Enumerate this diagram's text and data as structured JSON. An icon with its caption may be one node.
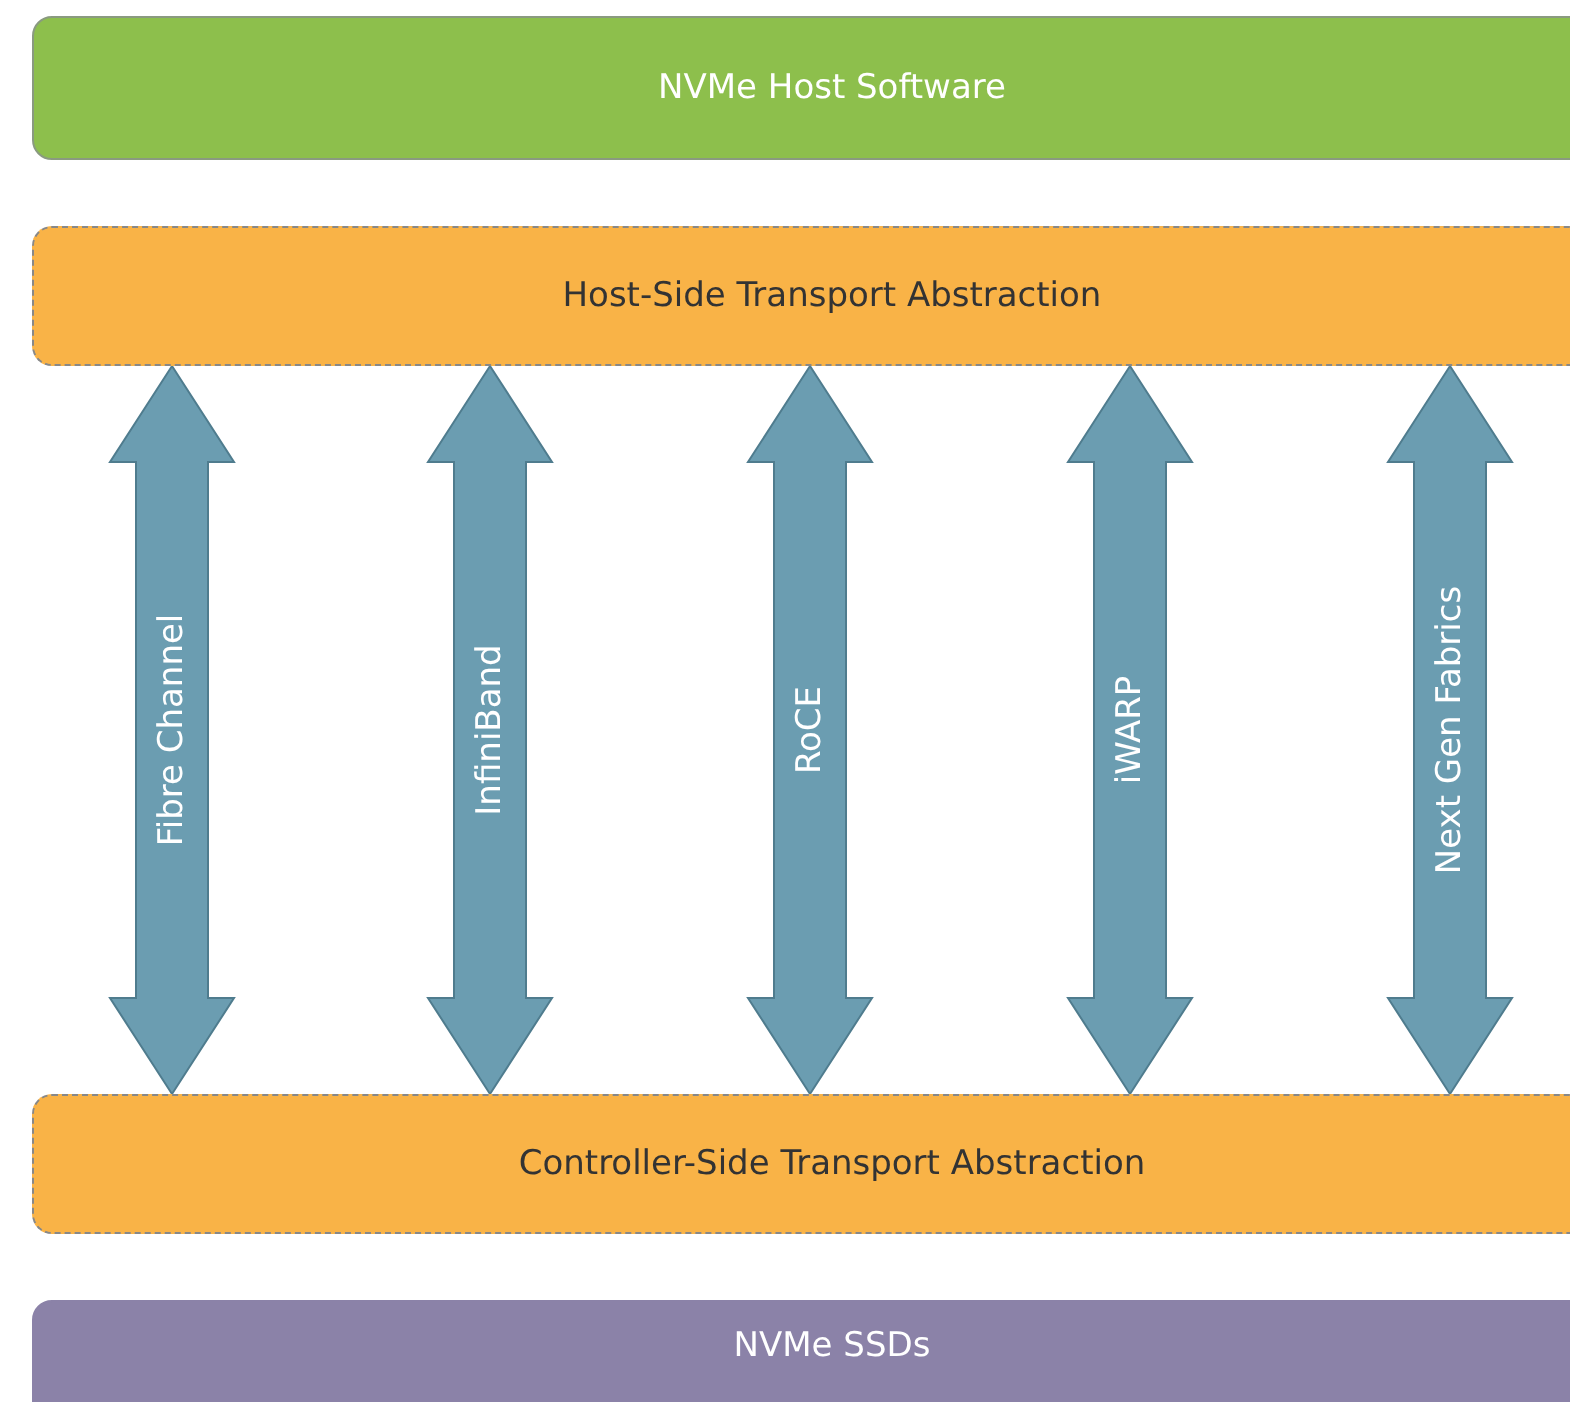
{
  "diagram": {
    "nodes": [
      {
        "text": [
          "NVMe Host Software"
        ]
      },
      {
        "text": [
          "Host-Side Transport Abstraction"
        ]
      },
      {
        "text": [
          "Controller-Side Transport Abstraction"
        ]
      },
      {
        "text": [
          "NVMe SSDs"
        ]
      }
    ],
    "edges": [
      {
        "from": 1,
        "to": 2,
        "arrow": "both",
        "label": "Fibre Channel"
      },
      {
        "from": 1,
        "to": 2,
        "arrow": "both",
        "label": "InfiniBand"
      },
      {
        "from": 1,
        "to": 2,
        "arrow": "both",
        "label": "RoCE"
      },
      {
        "from": 1,
        "to": 2,
        "arrow": "both",
        "label": "iWARP"
      },
      {
        "from": 1,
        "to": 2,
        "arrow": "both",
        "label": "Next Gen Fabrics"
      }
    ]
  }
}
